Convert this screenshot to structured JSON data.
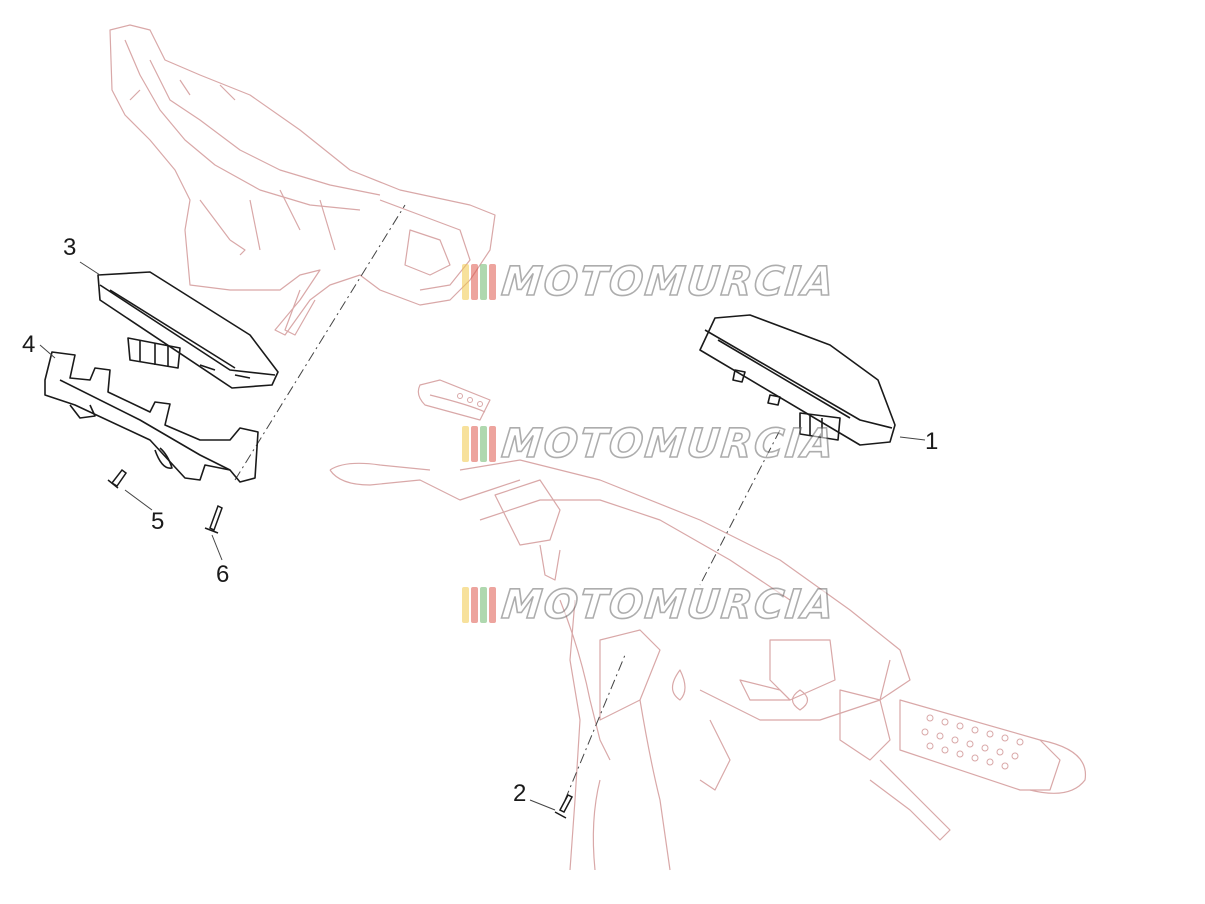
{
  "diagram": {
    "callouts": [
      {
        "id": "1",
        "label": "1"
      },
      {
        "id": "2",
        "label": "2"
      },
      {
        "id": "3",
        "label": "3"
      },
      {
        "id": "4",
        "label": "4"
      },
      {
        "id": "5",
        "label": "5"
      },
      {
        "id": "6",
        "label": "6"
      }
    ]
  },
  "watermark": {
    "text": "MOTOMURCIA",
    "flag_colors": [
      "#f2c94c",
      "#e05a4f",
      "#6fb96f",
      "#e05a4f"
    ]
  },
  "colors": {
    "ghost_line": "#d9a8a8",
    "part_line": "#1a1a1a",
    "leader_line": "#444444"
  }
}
